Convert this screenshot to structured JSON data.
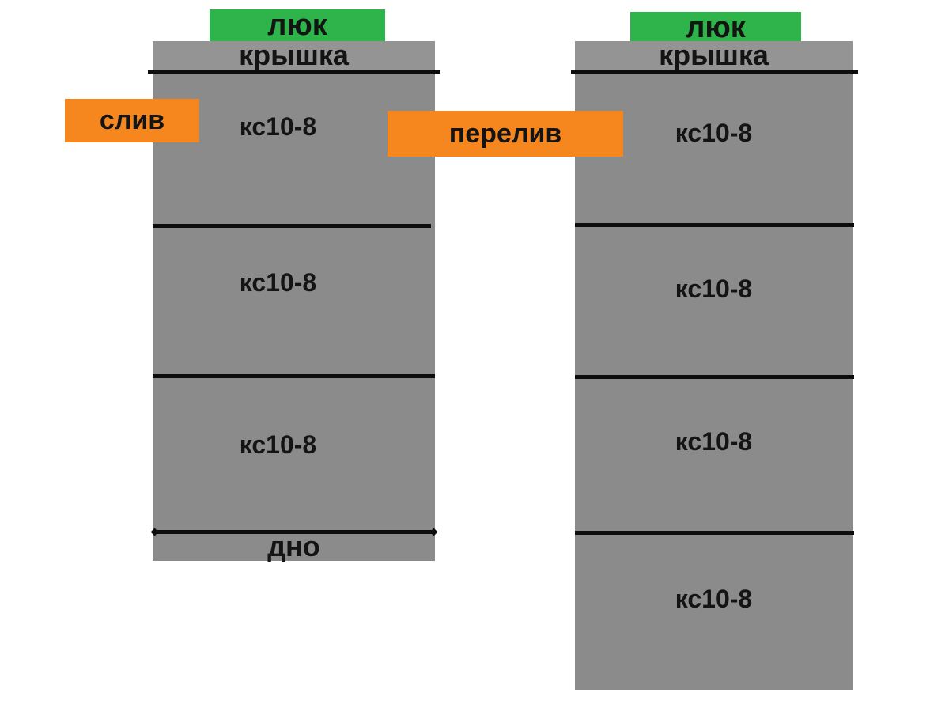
{
  "diagram": {
    "description": "septic well scheme of concrete rings",
    "left_well": {
      "hatch": "люк",
      "cover": "крышка",
      "rings": [
        "кс10-8",
        "кс10-8",
        "кс10-8"
      ],
      "bottom": "дно"
    },
    "right_well": {
      "hatch": "люк",
      "cover": "крышка",
      "rings": [
        "кс10-8",
        "кс10-8",
        "кс10-8",
        "кс10-8"
      ]
    },
    "drain": "слив",
    "overflow": "перелив",
    "colors": {
      "ring_gray": "#8b8b8b",
      "cover_gray": "#949494",
      "hatch_green": "#2eb44b",
      "pipe_orange": "#f6871f",
      "line_black": "#0d0d0d",
      "text_black": "#141414"
    }
  }
}
